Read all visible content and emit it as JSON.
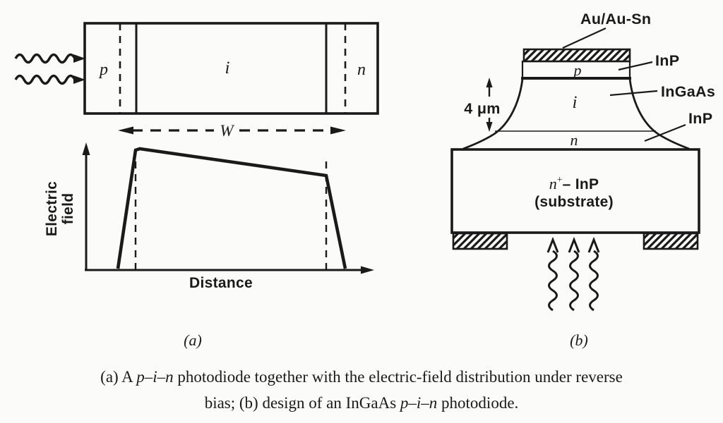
{
  "colors": {
    "ink": "#1a1a1a",
    "paper": "#fbfbfa"
  },
  "panel_a": {
    "region_p": "p",
    "region_i": "i",
    "region_n": "n",
    "width_label": "W",
    "ylabel_line1": "Electric",
    "ylabel_line2": "field",
    "xlabel": "Distance",
    "subfig": "(a)"
  },
  "panel_b": {
    "contact_label": "Au/Au-Sn",
    "layer_inp_top": "InP",
    "layer_ingaas": "InGaAs",
    "layer_inp_bottom": "InP",
    "thickness_label": "4 μm",
    "region_p": "p",
    "region_i": "i",
    "region_n": "n",
    "substrate_base": "n",
    "substrate_sup": "+",
    "substrate_rest": "– InP",
    "substrate_line2": "(substrate)",
    "subfig": "(b)"
  },
  "caption": {
    "line1_pre": "(a) A ",
    "line1_italic": "p–i–n",
    "line1_post": " photodiode together with the electric-field distribution under reverse",
    "line2_pre": "bias; (b) design of an InGaAs ",
    "line2_italic": "p–i–n",
    "line2_post": " photodiode."
  }
}
